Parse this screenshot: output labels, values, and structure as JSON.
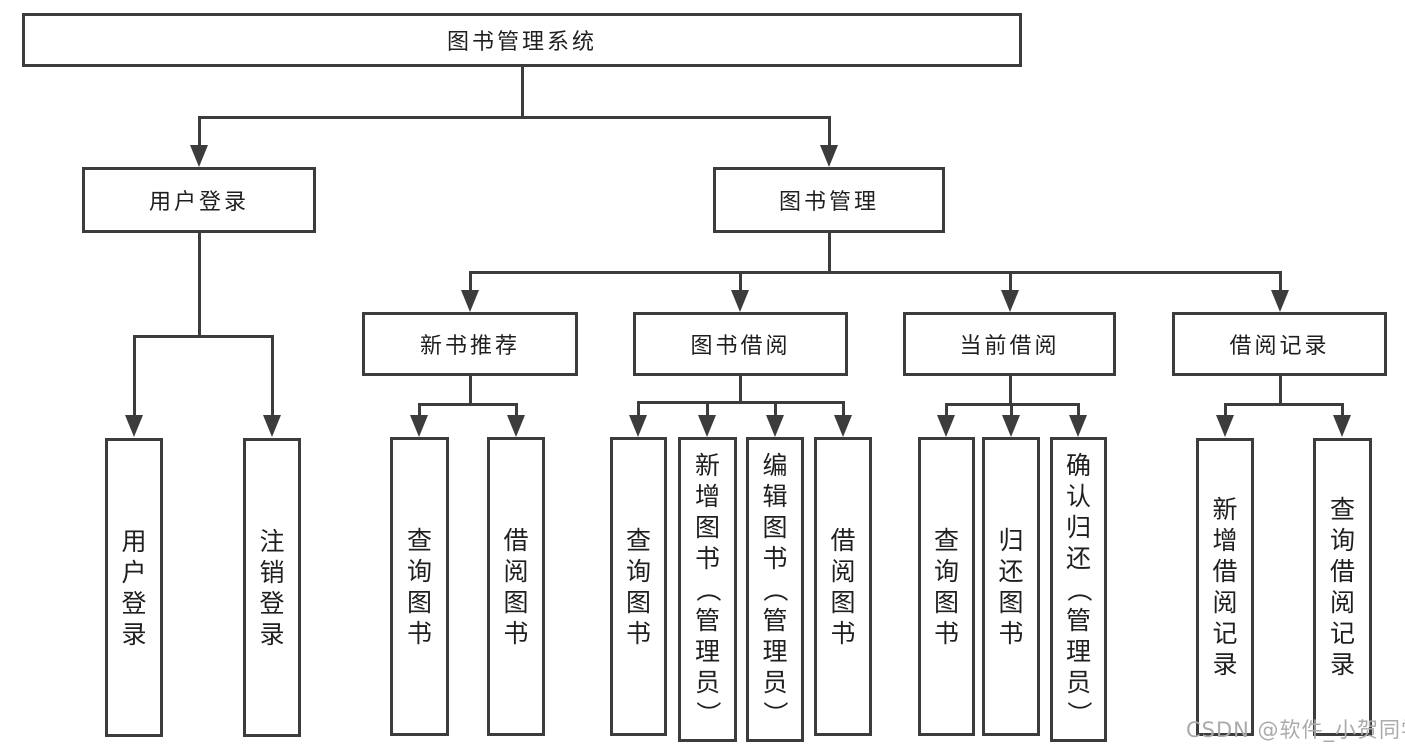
{
  "tree": {
    "label": "图书管理系统",
    "children": [
      {
        "label": "用户登录",
        "children": [
          {
            "label": "用户登录"
          },
          {
            "label": "注销登录"
          }
        ]
      },
      {
        "label": "图书管理",
        "children": [
          {
            "label": "新书推荐",
            "children": [
              {
                "label": "查询图书"
              },
              {
                "label": "借阅图书"
              }
            ]
          },
          {
            "label": "图书借阅",
            "children": [
              {
                "label": "查询图书"
              },
              {
                "label": "新增图书（管理员）"
              },
              {
                "label": "编辑图书（管理员）"
              },
              {
                "label": "借阅图书"
              }
            ]
          },
          {
            "label": "当前借阅",
            "children": [
              {
                "label": "查询图书"
              },
              {
                "label": "归还图书"
              },
              {
                "label": "确认归还（管理员）"
              }
            ]
          },
          {
            "label": "借阅记录",
            "children": [
              {
                "label": "新增借阅记录"
              },
              {
                "label": "查询借阅记录"
              }
            ]
          }
        ]
      }
    ]
  },
  "watermark": {
    "text": "CSDN @软件_小贺同学"
  },
  "colors": {
    "line": "#3c3c3c",
    "text": "#1f1f1f",
    "background": "#ffffff",
    "watermark": "#ababab"
  }
}
